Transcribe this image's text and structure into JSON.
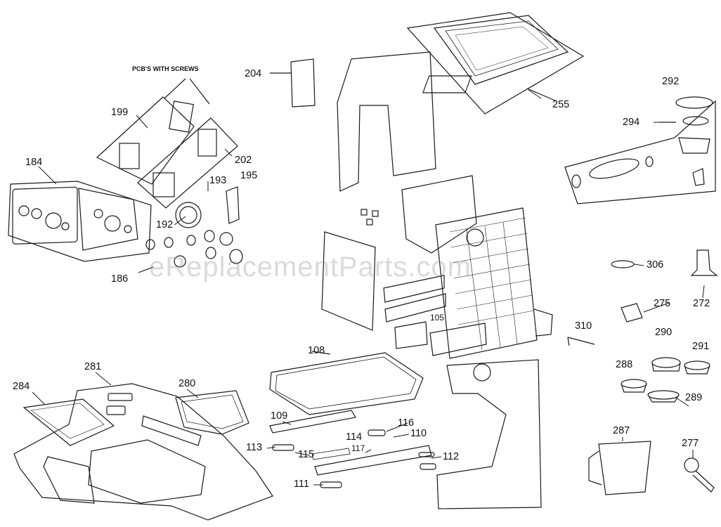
{
  "header_note": "PCB'S WITH SCREWS",
  "watermark": "eReplacementParts.com",
  "part_labels": [
    "184",
    "186",
    "192",
    "193",
    "195",
    "199",
    "202",
    "204",
    "255",
    "292",
    "294",
    "306",
    "272",
    "275",
    "310",
    "290",
    "291",
    "288",
    "289",
    "287",
    "277",
    "281",
    "284",
    "280",
    "108",
    "109",
    "110",
    "111",
    "112",
    "113",
    "114",
    "115",
    "116",
    "117",
    "105"
  ],
  "colors": {
    "line": "#1a1a1a",
    "background": "#ffffff"
  }
}
